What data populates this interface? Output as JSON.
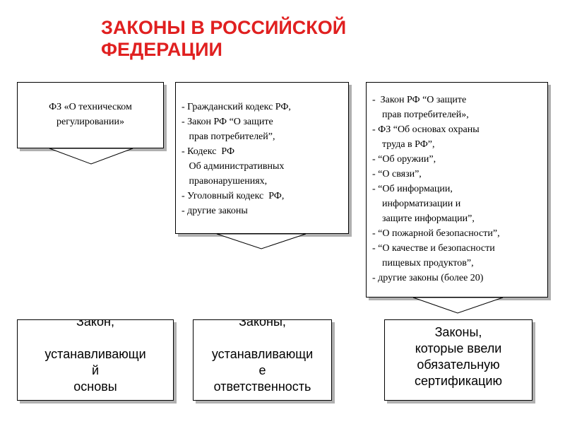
{
  "title": {
    "line1": "ЗАКОНЫ  В РОССИЙСКОЙ",
    "line2": "ФЕДЕРАЦИИ"
  },
  "box1": {
    "line1": "ФЗ «О техническом",
    "line2": "регулировании»"
  },
  "box2": {
    "lines": [
      "- Гражданский кодекс РФ,",
      "- Закон РФ “О защите",
      "   прав потребителей”,",
      "- Кодекс  РФ",
      "   Об административных",
      "   правонарушениях,",
      "- Уголовный кодекс  РФ,",
      "- другие законы"
    ]
  },
  "box3": {
    "lines": [
      "-  Закон РФ “О защите",
      "    прав потребителей»,",
      "- ФЗ “Об основах охраны",
      "    труда в РФ”,",
      "- “Об оружии”,",
      "- “О связи”,",
      "- “Об информации,",
      "    информатизации и",
      "    защите информации”,",
      "- “О пожарной безопасности”,",
      "- “О качестве и безопасности",
      "    пищевых продуктов”,",
      "- другие законы (более 20)"
    ]
  },
  "bottom1": {
    "text": "Закон,\n\nустанавливающи\nй\nосновы"
  },
  "bottom2": {
    "text": "Законы,\n\nустанавливающи\nе\nответственность"
  },
  "bottom3": {
    "text": "Законы,\n которые ввели\nобязательную\nсертификацию"
  }
}
